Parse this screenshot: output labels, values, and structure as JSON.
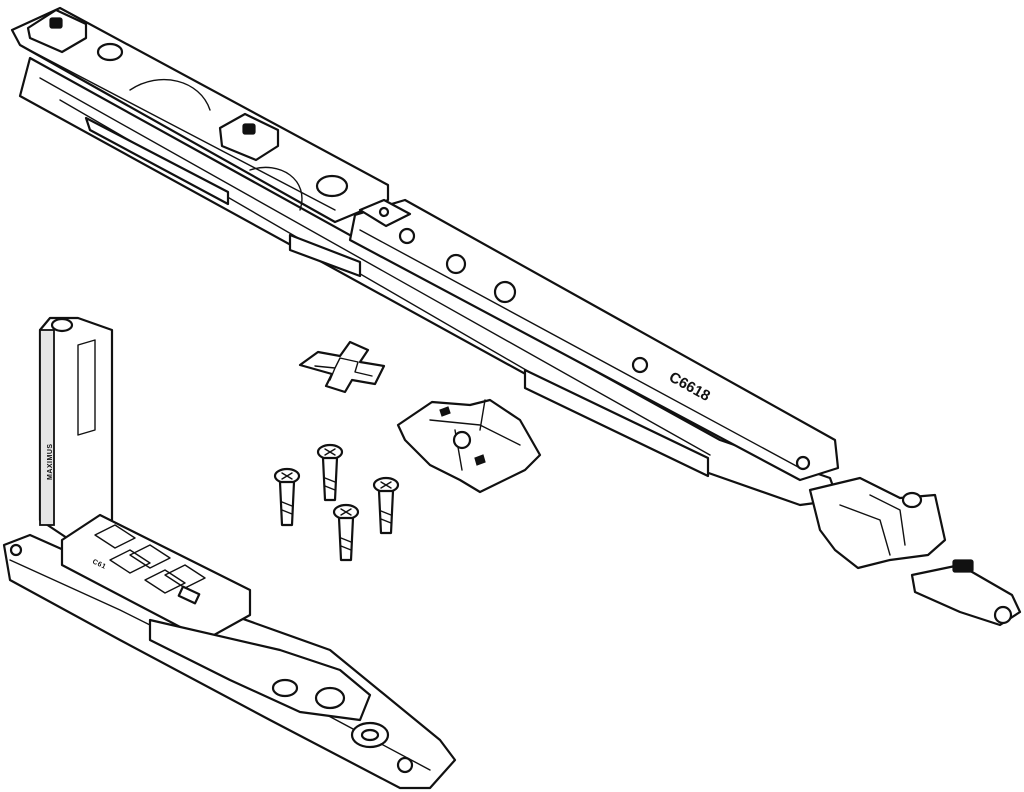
{
  "drawing": {
    "stay_arm_marking": "C6618",
    "brand_marking": "MAXIMUS",
    "small_marking": "C61"
  },
  "colors": {
    "line": "#111111",
    "background": "#ffffff",
    "shade": "#e6e6e6"
  }
}
